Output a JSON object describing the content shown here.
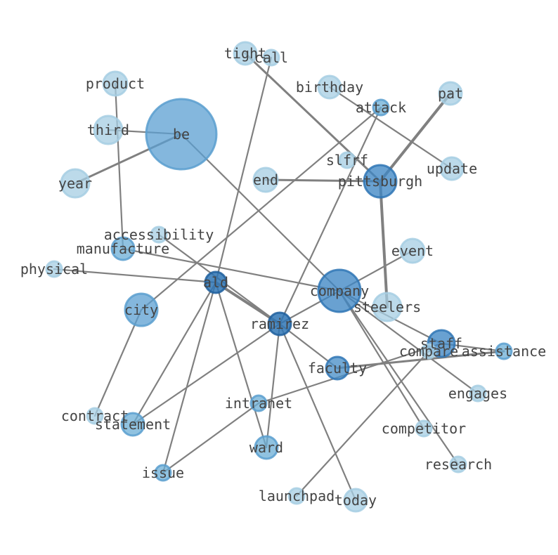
{
  "diagram": {
    "type": "network-graph",
    "colors": {
      "edge": "#808080",
      "label": "#444444",
      "node_light": "#a6cee3",
      "node_mid": "#6baed6",
      "node_dark": "#3a82c0"
    },
    "nodes": [
      {
        "id": "be",
        "label": "be",
        "level": 2
      },
      {
        "id": "company",
        "label": "company",
        "level": 3
      },
      {
        "id": "pittsburgh",
        "label": "pittsburgh",
        "level": 3
      },
      {
        "id": "ald",
        "label": "ald",
        "level": 4
      },
      {
        "id": "ramirez",
        "label": "ramirez",
        "level": 4
      },
      {
        "id": "staff",
        "label": "staff",
        "level": 3
      },
      {
        "id": "faculty",
        "label": "faculty",
        "level": 3
      },
      {
        "id": "city",
        "label": "city",
        "level": 2
      },
      {
        "id": "steelers",
        "label": "steelers",
        "level": 1
      },
      {
        "id": "year",
        "label": "year",
        "level": 1
      },
      {
        "id": "third",
        "label": "third",
        "level": 1
      },
      {
        "id": "product",
        "label": "product",
        "level": 1
      },
      {
        "id": "tight",
        "label": "tight",
        "level": 1
      },
      {
        "id": "call",
        "label": "call",
        "level": 1
      },
      {
        "id": "birthday",
        "label": "birthday",
        "level": 1
      },
      {
        "id": "attack",
        "label": "attack",
        "level": 2
      },
      {
        "id": "pat",
        "label": "pat",
        "level": 1
      },
      {
        "id": "update",
        "label": "update",
        "level": 1
      },
      {
        "id": "end",
        "label": "end",
        "level": 1
      },
      {
        "id": "slfrf",
        "label": "slfrf",
        "level": 1
      },
      {
        "id": "accessibility",
        "label": "accessibility",
        "level": 1
      },
      {
        "id": "manufacture",
        "label": "manufacture",
        "level": 2
      },
      {
        "id": "physical",
        "label": "physical",
        "level": 1
      },
      {
        "id": "event",
        "label": "event",
        "level": 1
      },
      {
        "id": "compare",
        "label": "compare",
        "level": 1
      },
      {
        "id": "assistance",
        "label": "assistance",
        "level": 2
      },
      {
        "id": "engages",
        "label": "engages",
        "level": 1
      },
      {
        "id": "intranet",
        "label": "intranet",
        "level": 2
      },
      {
        "id": "contract",
        "label": "contract",
        "level": 1
      },
      {
        "id": "statement",
        "label": "statement",
        "level": 2
      },
      {
        "id": "competitor",
        "label": "competitor",
        "level": 1
      },
      {
        "id": "ward",
        "label": "ward",
        "level": 2
      },
      {
        "id": "research",
        "label": "research",
        "level": 1
      },
      {
        "id": "issue",
        "label": "issue",
        "level": 2
      },
      {
        "id": "launchpad",
        "label": "launchpad",
        "level": 1
      },
      {
        "id": "today",
        "label": "today",
        "level": 1
      }
    ],
    "edges": [
      [
        "be",
        "year",
        3
      ],
      [
        "be",
        "third",
        2
      ],
      [
        "be",
        "company",
        2
      ],
      [
        "product",
        "manufacture",
        2
      ],
      [
        "tight",
        "pittsburgh",
        3
      ],
      [
        "call",
        "ald",
        2
      ],
      [
        "birthday",
        "update",
        2
      ],
      [
        "attack",
        "city",
        2
      ],
      [
        "attack",
        "ramirez",
        2
      ],
      [
        "pat",
        "pittsburgh",
        4
      ],
      [
        "end",
        "pittsburgh",
        3
      ],
      [
        "pittsburgh",
        "steelers",
        4
      ],
      [
        "accessibility",
        "ramirez",
        2
      ],
      [
        "manufacture",
        "company",
        2
      ],
      [
        "physical",
        "ald",
        2
      ],
      [
        "ald",
        "ramirez",
        4
      ],
      [
        "ald",
        "statement",
        2
      ],
      [
        "ald",
        "issue",
        2
      ],
      [
        "ald",
        "ward",
        2
      ],
      [
        "ramirez",
        "event",
        2
      ],
      [
        "ramirez",
        "faculty",
        2
      ],
      [
        "ramirez",
        "ward",
        2
      ],
      [
        "ramirez",
        "today",
        2
      ],
      [
        "ramirez",
        "statement",
        2
      ],
      [
        "company",
        "staff",
        2
      ],
      [
        "company",
        "competitor",
        2
      ],
      [
        "company",
        "research",
        2
      ],
      [
        "company",
        "engages",
        2
      ],
      [
        "staff",
        "intranet",
        2
      ],
      [
        "staff",
        "assistance",
        2
      ],
      [
        "faculty",
        "assistance",
        3
      ],
      [
        "compare",
        "launchpad",
        2
      ],
      [
        "intranet",
        "issue",
        2
      ],
      [
        "city",
        "contract",
        2
      ]
    ]
  }
}
